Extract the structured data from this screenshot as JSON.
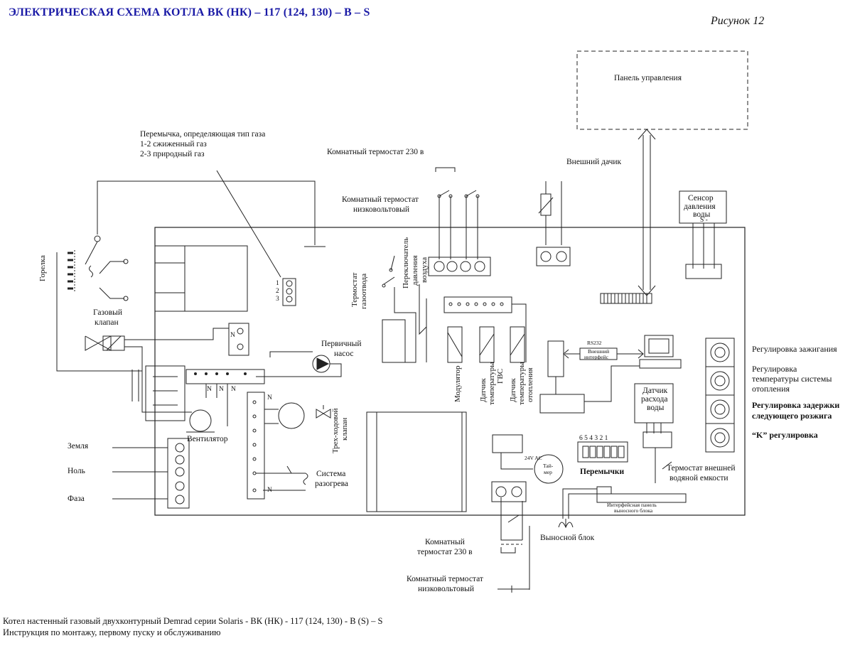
{
  "header": {
    "title": "ЭЛЕКТРИЧЕСКАЯ СХЕМА КОТЛА ВК (НК) – 117 (124, 130) – В – S",
    "figure": "Рисунок 12"
  },
  "labels": {
    "control_panel": "Панель управления",
    "gas_jumper_line1": "Перемычка, определяющая тип газа",
    "gas_jumper_line2": "1-2 сжиженный газ",
    "gas_jumper_line3": "2-3 природный газ",
    "room_thermostat_230_top": "Комнатный термостат 230 в",
    "room_thermostat_low_line1": "Комнатный термостат",
    "room_thermostat_low_line2": "низковольтовый",
    "outdoor_sensor": "Внешний дачик",
    "pressure_sensor_line1": "Сенсор",
    "pressure_sensor_line2": "давления",
    "pressure_sensor_line3": "воды",
    "pressure_sensor_pins": "S  -",
    "burner": "Горелка",
    "gas_valve_line1": "Газовый",
    "gas_valve_line2": "клапан",
    "primary_pump_line1": "Первичный",
    "primary_pump_line2": "насос",
    "flue_thermostat_line1": "Термостат",
    "flue_thermostat_line2": "газоотвода",
    "air_pressure_switch_line1": "Переключатель",
    "air_pressure_switch_line2": "давления",
    "air_pressure_switch_line3": "воздуха",
    "modulator": "Модулятор",
    "dhw_sensor_line1": "Датчик",
    "dhw_sensor_line2": "температуры",
    "dhw_sensor_line3": "ГВС",
    "heating_sensor_line1": "Датчик",
    "heating_sensor_line2": "температуры",
    "heating_sensor_line3": "отопления",
    "rs232": "RS232",
    "ext_interface_line1": "Внешний",
    "ext_interface_line2": "интерфейс",
    "flow_sensor_line1": "Датчик",
    "flow_sensor_line2": "расхода",
    "flow_sensor_line3": "воды",
    "ignition_adj": "Регулировка зажигания",
    "heating_temp_adj_line1": "Регулировка",
    "heating_temp_adj_line2": "температуры системы",
    "heating_temp_adj_line3": "отопления",
    "reignition_delay_line1": "Регулировка задержки",
    "reignition_delay_line2": "следующего розжига",
    "k_adj": "“K” регулировка",
    "fan": "Вентилятор",
    "three_way_valve_line1": "Трех-ходовой",
    "three_way_valve_line2": "клапан",
    "ground": "Земля",
    "neutral": "Ноль",
    "phase": "Фаза",
    "heating_system_line1": "Система",
    "heating_system_line2": "разогрева",
    "timer_line1": "Тай-",
    "timer_line2": "мер",
    "v24ac": "24V AC",
    "jumpers": "Перемычки",
    "jumper_numbers": "6 5 4 3 2 1",
    "ext_tank_thermostat_line1": "Термостат внешней",
    "ext_tank_thermostat_line2": "водяной емкости",
    "remote_panel_line1": "Интерфейсная панель",
    "remote_panel_line2": "выносного блока",
    "remote_unit": "Выносной блок",
    "room_thermostat_230_bottom_line1": "Комнатный",
    "room_thermostat_230_bottom_line2": "термостат 230 в",
    "room_thermostat_low_bottom_line1": "Комнатный термостат",
    "room_thermostat_low_bottom_line2": "низковольтовый",
    "n_mark": "N",
    "jumper_pin_1": "1",
    "jumper_pin_2": "2",
    "jumper_pin_3": "3"
  },
  "footer": {
    "line1": "Котел настенный газовый двухконтурный Demrad серии Solaris - ВК (НК) - 117 (124, 130) - В (S) – S",
    "line2": "Инструкция по монтажу, первому пуску и обслуживанию"
  }
}
